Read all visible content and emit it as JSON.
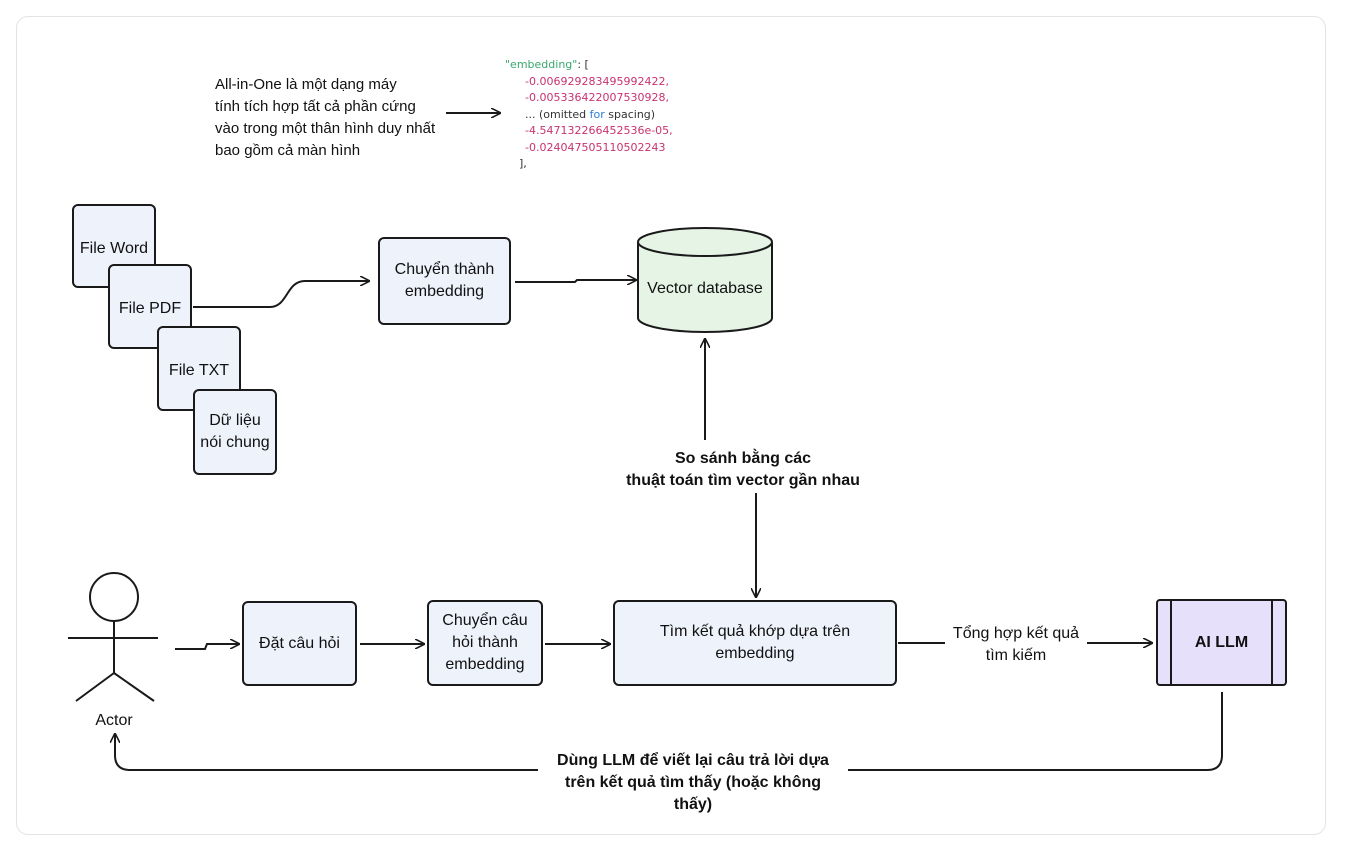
{
  "intro_text": {
    "lines": [
      "All-in-One là một dạng máy",
      "tính tích hợp tất cả phần cứng",
      "vào trong một thân hình duy nhất",
      "bao gồm cả màn hình"
    ]
  },
  "embedding_sample": {
    "key": "\"embedding\"",
    "open": ": [",
    "v1": "-0.006929283495992422,",
    "v2": "-0.005336422007530928,",
    "omitted_pre": "... (omitted ",
    "omitted_kw": "for",
    "omitted_post": " spacing)",
    "v3": "-4.547132266452536e-05,",
    "v4": "-0.024047505110502243",
    "close": "],"
  },
  "sources": {
    "word": "File Word",
    "pdf": "File PDF",
    "txt": "File TXT",
    "general_1": "Dữ liệu",
    "general_2": "nói chung"
  },
  "convert_docs": {
    "line1": "Chuyển thành",
    "line2": "embedding"
  },
  "vector_db": "Vector database",
  "compare": {
    "line1": "So sánh bằng các",
    "line2": "thuật toán tìm vector gần nhau"
  },
  "actor": "Actor",
  "ask": "Đặt câu hỏi",
  "convert_question": {
    "line1": "Chuyển câu",
    "line2": "hỏi thành",
    "line3": "embedding"
  },
  "match": {
    "line1": "Tìm kết quả khớp dựa trên",
    "line2": "embedding"
  },
  "aggregate": {
    "line1": "Tổng hợp kết quả",
    "line2": "tìm kiếm"
  },
  "llm": "AI LLM",
  "rewrite": {
    "line1": "Dùng LLM để viết lại câu trả lời dựa",
    "line2": "trên kết quả tìm thấy (hoặc không",
    "line3": "thấy)"
  },
  "colors": {
    "box_fill": "#eef2fb",
    "db_fill": "#e5f4e5",
    "llm_fill": "#e6e0fb",
    "stroke": "#1a1a1a",
    "json_key": "#3aa76d",
    "json_number": "#c8336f",
    "json_keyword": "#2b7fd6"
  }
}
